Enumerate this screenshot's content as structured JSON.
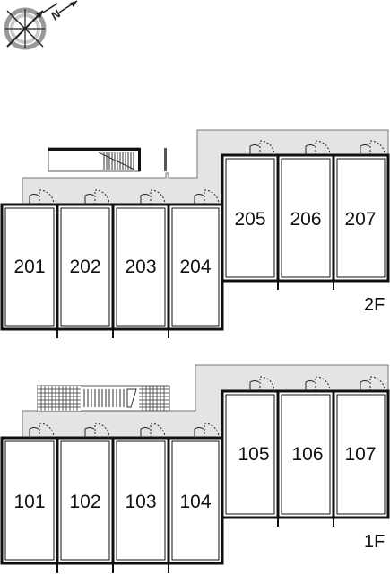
{
  "compass": {
    "letter": "N",
    "icon": "compass-rose-icon"
  },
  "colors": {
    "corridor": "#e4e4e4",
    "wall": "#111111",
    "outline": "#777777",
    "stair_hatch": "#333333"
  },
  "floors": [
    {
      "id": "2F",
      "label": "2F",
      "units_front": [
        "201",
        "202",
        "203",
        "204"
      ],
      "units_back": [
        "205",
        "206",
        "207"
      ]
    },
    {
      "id": "1F",
      "label": "1F",
      "units_front": [
        "101",
        "102",
        "103",
        "104"
      ],
      "units_back": [
        "105",
        "106",
        "107"
      ]
    }
  ]
}
